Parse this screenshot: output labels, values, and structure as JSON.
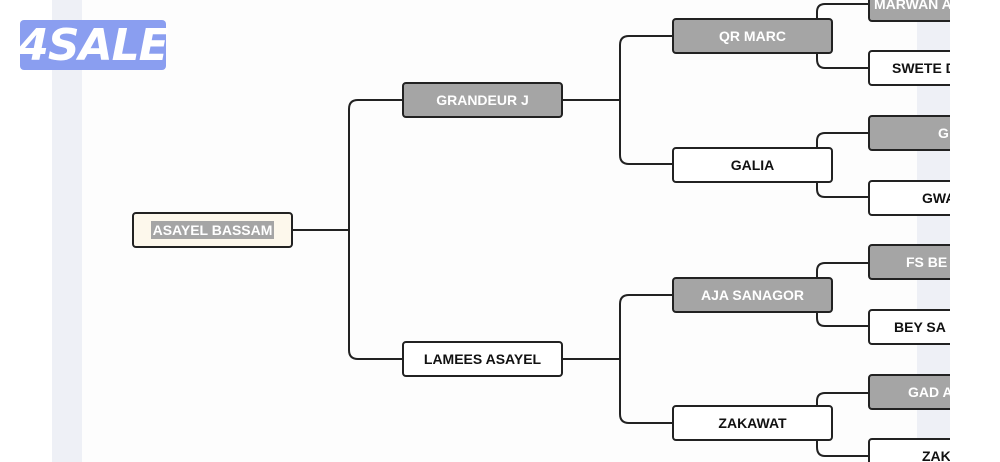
{
  "logo": {
    "text": "4SALE"
  },
  "bracket": {
    "root": "ASAYEL BASSAM",
    "semifinal": {
      "top": "GRANDEUR J",
      "bottom": "LAMEES ASAYEL"
    },
    "quarterfinal": [
      "QR MARC",
      "GALIA",
      "AJA SANAGOR",
      "ZAKAWAT"
    ],
    "round_of_16": [
      "MARWAN AL",
      "SWETE D",
      "G",
      "GWA",
      "FS BE",
      "BEY SA",
      "GAD A",
      "ZAK"
    ]
  },
  "colors": {
    "winner_box": "#a5a5a5",
    "plain_box": "#ffffff",
    "root_box": "#fdf8ec",
    "line": "#222222",
    "logo_bg": "#8a9ef0"
  }
}
